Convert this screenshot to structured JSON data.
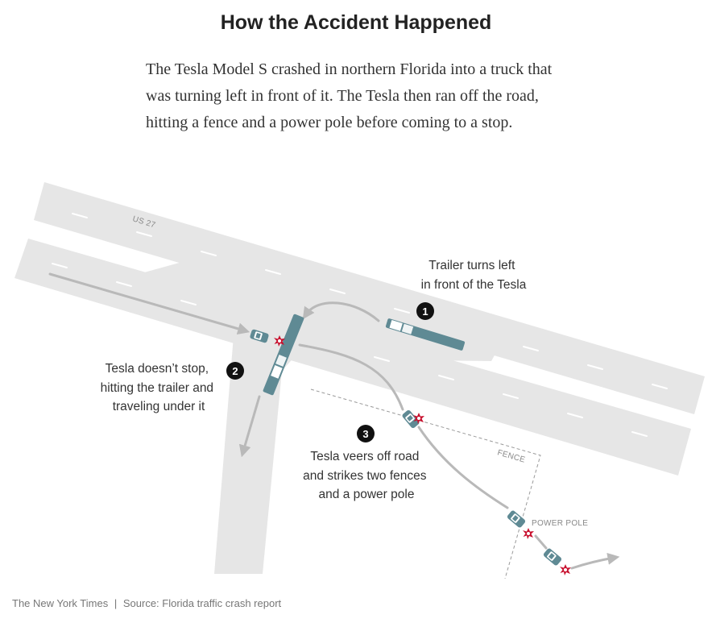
{
  "header": {
    "title": "How the Accident Happened",
    "intro": "The Tesla Model S crashed in northern Florida into a truck that was turning left in front of it. The Tesla then ran off the road, hitting a fence and a power pole before coming to a stop."
  },
  "map": {
    "road_label": "US 27",
    "fence_label": "FENCE",
    "pole_label": "POWER POLE",
    "steps": [
      {
        "number": "1",
        "lines": [
          "Trailer turns left",
          "in front of the Tesla"
        ]
      },
      {
        "number": "2",
        "lines": [
          "Tesla doesn’t stop,",
          "hitting the trailer and",
          "traveling under it"
        ]
      },
      {
        "number": "3",
        "lines": [
          "Tesla veers off road",
          "and strikes two fences",
          "and a power pole"
        ]
      }
    ],
    "colors": {
      "road": "#e6e6e6",
      "truck": "#5f8a94",
      "path": "#b9b9b9",
      "impact": "#c8102e",
      "marker": "#111111"
    }
  },
  "footer": {
    "credit": "The New York Times",
    "separator": "|",
    "source": "Source: Florida traffic crash report"
  }
}
